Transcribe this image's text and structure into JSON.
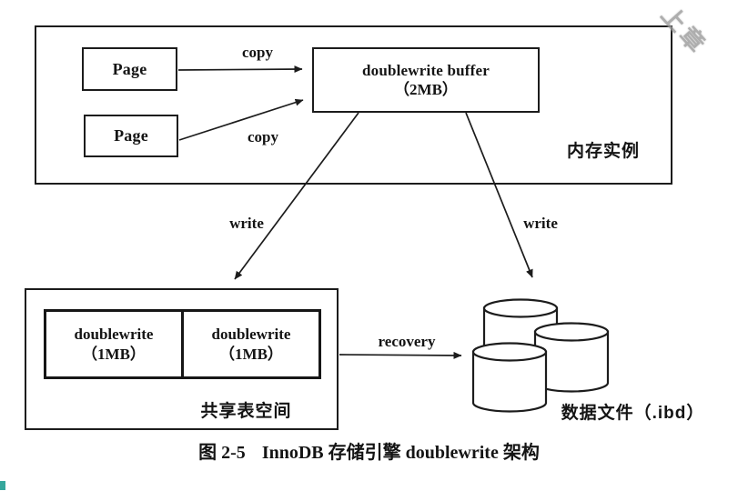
{
  "watermark": "上章",
  "memory_region": {
    "label": "内存实例",
    "page1": "Page",
    "page2": "Page",
    "buffer_line1": "doublewrite buffer",
    "buffer_line2": "（2MB）"
  },
  "arrow_labels": {
    "copy1": "copy",
    "copy2": "copy",
    "write_left": "write",
    "write_right": "write",
    "recovery": "recovery"
  },
  "shared_tablespace": {
    "label": "共享表空间",
    "dw1_line1": "doublewrite",
    "dw1_line2": "（1MB）",
    "dw2_line1": "doublewrite",
    "dw2_line2": "（1MB）"
  },
  "data_files": {
    "label": "数据文件（.ibd）"
  },
  "caption": {
    "figure_no": "图 2-5",
    "title": "InnoDB 存储引擎 doublewrite 架构"
  },
  "colors": {
    "line": "#1c1c1c",
    "watermark_gray": "#9a9a9a",
    "artifact_teal": "#35a79c"
  }
}
